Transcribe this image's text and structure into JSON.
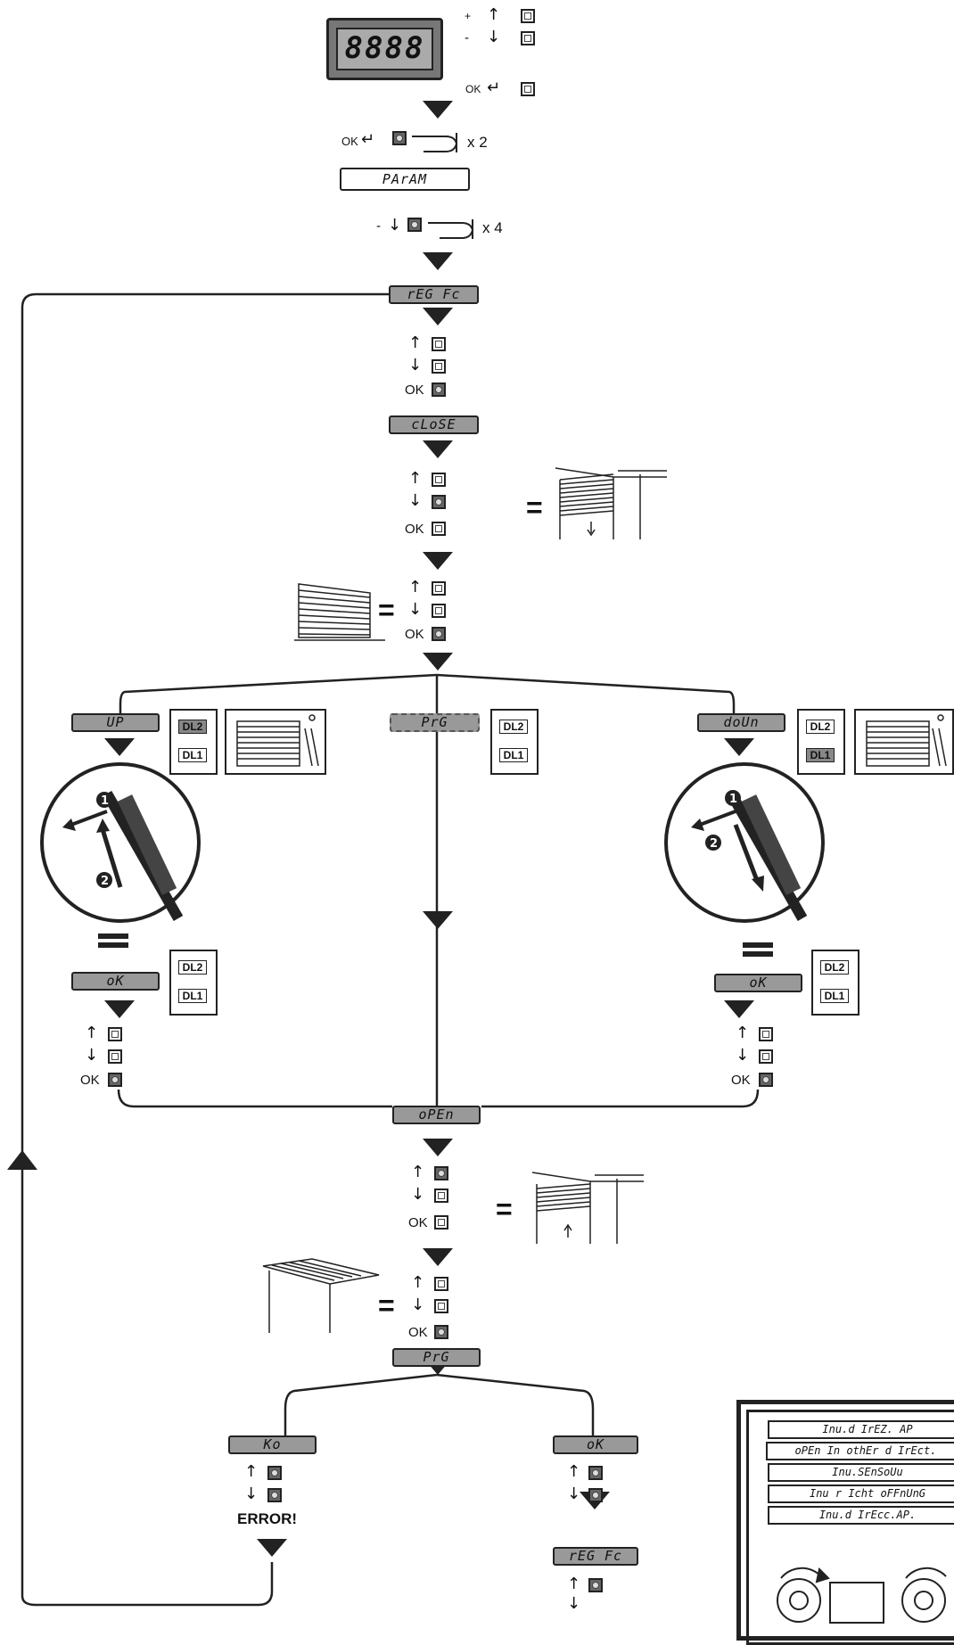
{
  "display": {
    "digits": "8888"
  },
  "keys": {
    "plus": "+",
    "minus": "-",
    "ok": "OK",
    "up_arrow": "↑",
    "down_arrow": "↓",
    "enter": "↵",
    "times2": "x 2",
    "times4": "x 4"
  },
  "screens": {
    "param": "PArAM",
    "reg_fc": "rEG Fc",
    "close": "cLoSE",
    "up": "UP",
    "prg": "PrG",
    "down": "doUn",
    "ok": "oK",
    "open": "oPEn",
    "ko": "Ko"
  },
  "dl": {
    "dl1": "DL1",
    "dl2": "DL2"
  },
  "error_text": "ERROR!",
  "equals": "=",
  "legend": {
    "items": [
      "Inu.d IrEZ. AP",
      "oPEn In othEr d IrEct.",
      "Inu.SEnSoUu",
      "Inu r Icht oFFnUnG",
      "Inu.d IrEcc.AP."
    ]
  },
  "colors": {
    "lcd_bg": "#999999",
    "lines": "#222222"
  }
}
